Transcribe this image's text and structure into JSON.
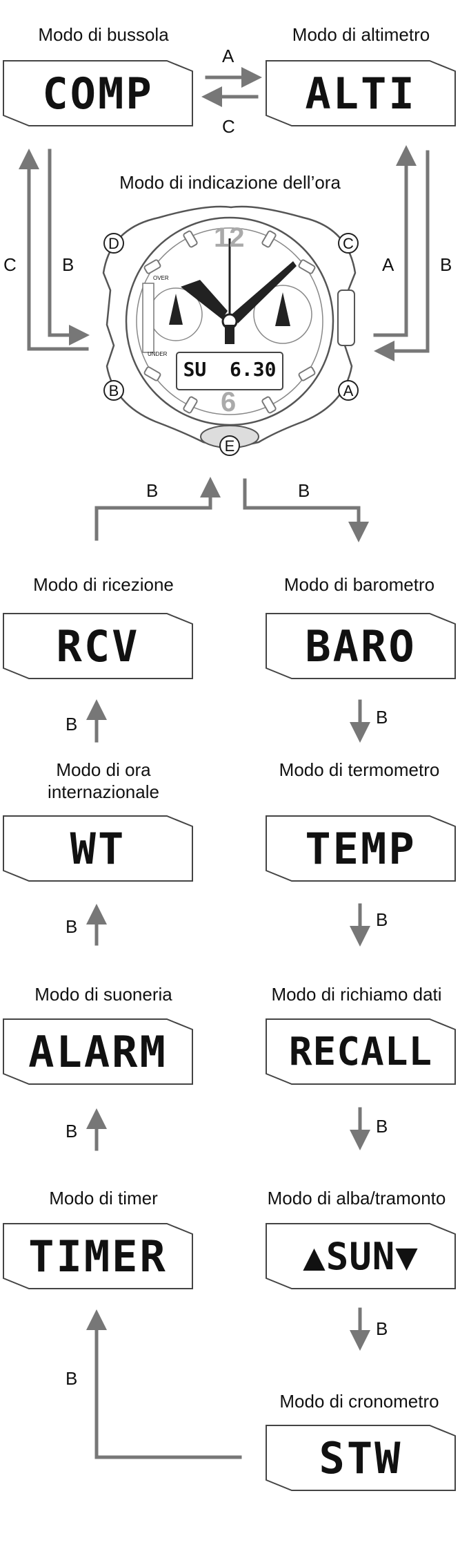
{
  "modes": {
    "compass": {
      "title": "Modo di bussola",
      "display": "COMP"
    },
    "altimeter": {
      "title": "Modo di altimetro",
      "display": "ALTI"
    },
    "timekeeping": {
      "title": "Modo di indicazione dell’ora"
    },
    "reception": {
      "title": "Modo di ricezione",
      "display": "RCV"
    },
    "barometer": {
      "title": "Modo di barometro",
      "display": "BARO"
    },
    "world_time": {
      "title": "Modo di ora internazionale",
      "display": "WT"
    },
    "thermometer": {
      "title": "Modo di termometro",
      "display": "TEMP"
    },
    "alarm": {
      "title": "Modo di suoneria",
      "display": "ALARM"
    },
    "recall": {
      "title": "Modo di richiamo dati",
      "display": "RECALL"
    },
    "timer": {
      "title": "Modo di timer",
      "display": "TIMER"
    },
    "sunrise": {
      "title": "Modo di alba/tramonto",
      "display": "▲SUN▼"
    },
    "stopwatch": {
      "title": "Modo di cronometro",
      "display": "STW"
    }
  },
  "watch": {
    "digital_display": "SU  6.30",
    "dial_12": "12",
    "dial_6": "6",
    "buttons": {
      "A": "A",
      "B": "B",
      "C": "C",
      "D": "D",
      "E": "E"
    },
    "indicator_over": "OVER",
    "indicator_under": "UNDER"
  },
  "arrow_labels": {
    "comp_to_alti": "A",
    "alti_to_comp": "C",
    "left_c": "C",
    "left_b": "B",
    "right_a": "A",
    "right_b": "B",
    "to_rcv": "B",
    "to_baro": "B",
    "wt_to_rcv": "B",
    "alarm_to_wt": "B",
    "timer_to_alarm": "B",
    "stw_to_timer": "B",
    "baro_to_temp": "B",
    "temp_to_recall": "B",
    "recall_to_sun": "B",
    "sun_to_stw": "B"
  },
  "colors": {
    "arrow": "#777777",
    "outline": "#555555",
    "accent": "#aaaaaa"
  }
}
